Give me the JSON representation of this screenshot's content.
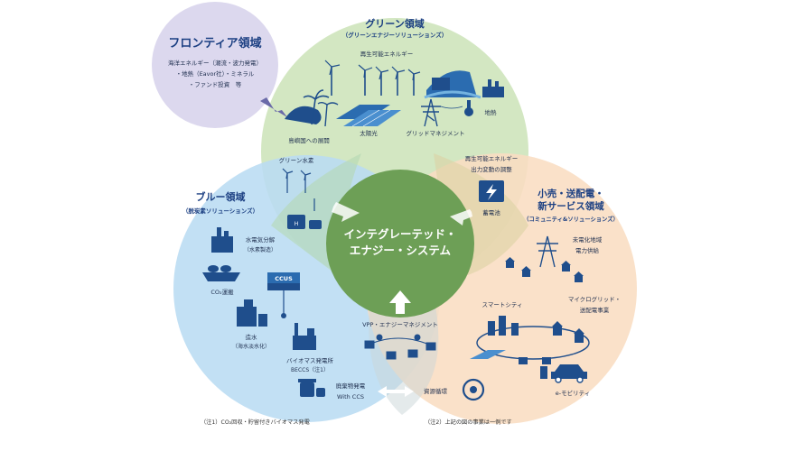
{
  "frontier": {
    "title": "フロンティア領域",
    "line1": "海洋エネルギー（潮流・波力発電）",
    "line2": "・地熱（Eavor社）・ミネラル",
    "line3": "・ファンド投資　等"
  },
  "green": {
    "title": "グリーン領域",
    "subtitle": "（グリーンエナジーソリューションズ）",
    "renewable": "再生可能エネルギー",
    "geothermal": "地熱",
    "island_expansion": "島嶼国への展開",
    "solar": "太陽光",
    "grid_management": "グリッドマネジメント",
    "green_hydrogen": "グリーン水素"
  },
  "blue": {
    "title": "ブルー領域",
    "subtitle": "（脱炭素ソリューションズ）",
    "hydrogen_l1": "水電気分解",
    "hydrogen_l2": "（水素製造）",
    "co2_transport": "CO₂運搬",
    "ccus_label": "CCUS",
    "desal_l1": "造水",
    "desal_l2": "（海水淡水化）",
    "biomass_l1": "バイオマス発電所",
    "biomass_l2": "BECCS（注1）",
    "waste_l1": "廃棄物発電",
    "waste_l2": "With CCS",
    "recycling": "資源循環"
  },
  "retail": {
    "title_l1": "小売・送配電・",
    "title_l2": "新サービス領域",
    "subtitle": "（コミュニティ&ソリューションズ）",
    "renew_adj_l1": "再生可能エネルギー",
    "renew_adj_l2": "出力変動の調整",
    "battery": "蓄電池",
    "unelectrified_l1": "未電化地域",
    "unelectrified_l2": "電力供給",
    "microgrid_l1": "マイクログリッド・",
    "microgrid_l2": "送配電事業",
    "smart_city": "スマートシティ",
    "e_mobility": "e-モビリティ"
  },
  "center": {
    "line1": "インテグレーテッド・",
    "line2": "エナジー・システム",
    "vpp": "VPP・エナジーマネジメント"
  },
  "notes": {
    "note1": "（注1）CO₂回収・貯留付きバイオマス発電",
    "note2": "（注2）上記の図の事業は一例です"
  },
  "colors": {
    "green_circle": "#cfe5bd",
    "blue_circle": "#b9dcf3",
    "orange_circle": "#f9ddc1",
    "frontier_circle": "#dcd8ee",
    "center_circle": "#6d9f56",
    "icon_navy": "#1f4e8c",
    "label_navy": "#1b3f82"
  }
}
